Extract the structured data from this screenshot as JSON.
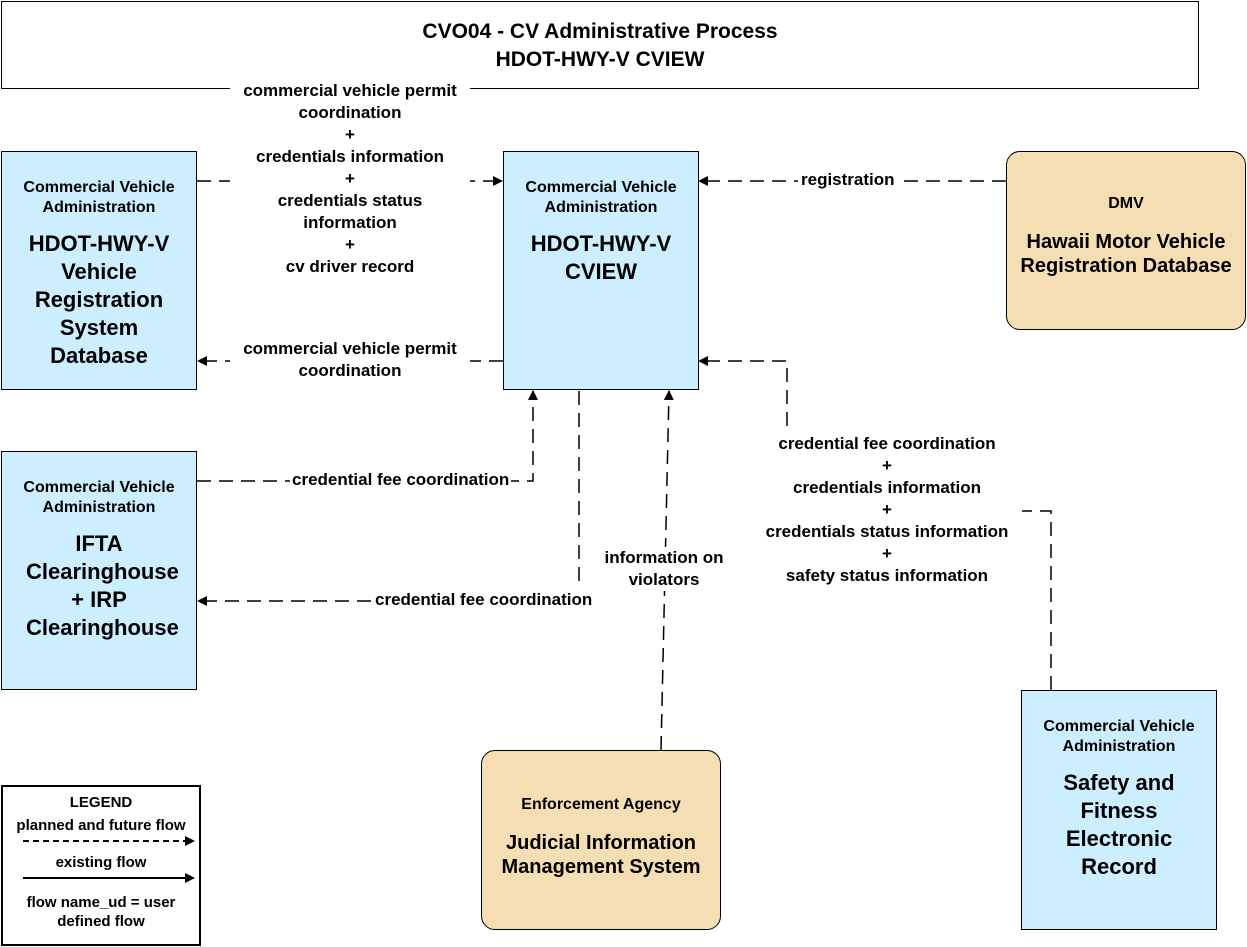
{
  "title": {
    "line1": "CVO04 - CV Administrative Process",
    "line2": "HDOT-HWY-V CVIEW"
  },
  "nodes": {
    "vrs": {
      "category": "Commercial Vehicle Administration",
      "name": "HDOT-HWY-V Vehicle Registration System Database"
    },
    "cview": {
      "category": "Commercial Vehicle Administration",
      "name": "HDOT-HWY-V CVIEW"
    },
    "dmv": {
      "category": "DMV",
      "name": "Hawaii Motor Vehicle Registration Database"
    },
    "ifta": {
      "category": "Commercial Vehicle Administration",
      "name": "IFTA Clearinghouse + IRP Clearinghouse"
    },
    "jims": {
      "category": "Enforcement Agency",
      "name": "Judicial Information Management System"
    },
    "safer": {
      "category": "Commercial Vehicle Administration",
      "name": "Safety and Fitness Electronic Record"
    }
  },
  "flows": {
    "vrs_to_cview": [
      "commercial vehicle permit coordination",
      "+",
      "credentials information",
      "+",
      "credentials status information",
      "+",
      "cv driver record"
    ],
    "cview_to_vrs": "commercial vehicle permit coordination",
    "dmv_to_cview": "registration",
    "ifta_to_cview": "credential fee coordination",
    "cview_to_ifta": "credential fee coordination",
    "jims_to_cview": "information on violators",
    "safer_to_cview": [
      "credential fee coordination",
      "+",
      "credentials information",
      "+",
      "credentials status information",
      "+",
      "safety status information"
    ]
  },
  "legend": {
    "title": "LEGEND",
    "planned": "planned and future flow",
    "existing": "existing flow",
    "user_defined": "flow name_ud = user defined flow"
  }
}
